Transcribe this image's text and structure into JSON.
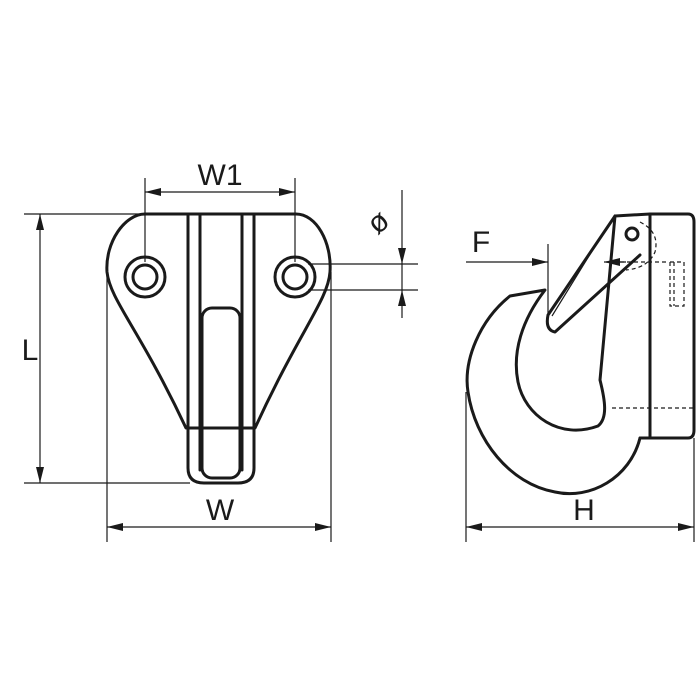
{
  "labels": {
    "w1": "W1",
    "l": "L",
    "w": "W",
    "diameter": "ø",
    "f": "F",
    "h": "H"
  }
}
